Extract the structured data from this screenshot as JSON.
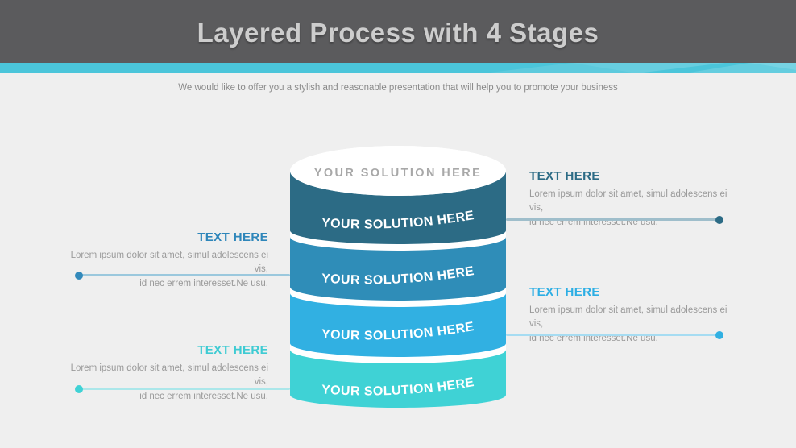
{
  "header": {
    "title": "Layered Process with 4 Stages",
    "subtitle": "We would like to offer you a stylish and reasonable presentation that will help you to promote your business",
    "bar_color": "#5b5b5d",
    "title_color": "#cdcdcd",
    "accent_stripe_color": "#4bc5da"
  },
  "background_color": "#efefef",
  "cylinder": {
    "top_label": "YOUR SOLUTION HERE",
    "top_label_color": "#a8a8a8",
    "top_fill": "#ffffff"
  },
  "stages": [
    {
      "band_label": "YOUR SOLUTION HERE",
      "color": "#2c6b85",
      "callout_side": "right",
      "callout": {
        "heading": "TEXT HERE",
        "heading_color": "#2c6b85",
        "body": [
          "Lorem ipsum dolor sit amet, simul adolescens ei vis,",
          "id nec errem interesset.Ne usu."
        ]
      }
    },
    {
      "band_label": "YOUR SOLUTION HERE",
      "color": "#2f8db8",
      "callout_side": "left",
      "callout": {
        "heading": "TEXT HERE",
        "heading_color": "#2e86ba",
        "body": [
          "Lorem ipsum dolor sit amet, simul adolescens ei vis,",
          "id nec errem interesset.Ne usu."
        ]
      }
    },
    {
      "band_label": "YOUR SOLUTION HERE",
      "color": "#31b0e2",
      "callout_side": "right",
      "callout": {
        "heading": "TEXT HERE",
        "heading_color": "#2caee4",
        "body": [
          "Lorem ipsum dolor sit amet, simul adolescens ei vis,",
          "id nec errem interesset.Ne usu."
        ]
      }
    },
    {
      "band_label": "YOUR SOLUTION HERE",
      "color": "#3fd2d5",
      "callout_side": "left",
      "callout": {
        "heading": "TEXT HERE",
        "heading_color": "#3ecbd3",
        "body": [
          "Lorem ipsum dolor sit amet, simul adolescens ei vis,",
          "id nec errem interesset.Ne usu."
        ]
      }
    }
  ]
}
